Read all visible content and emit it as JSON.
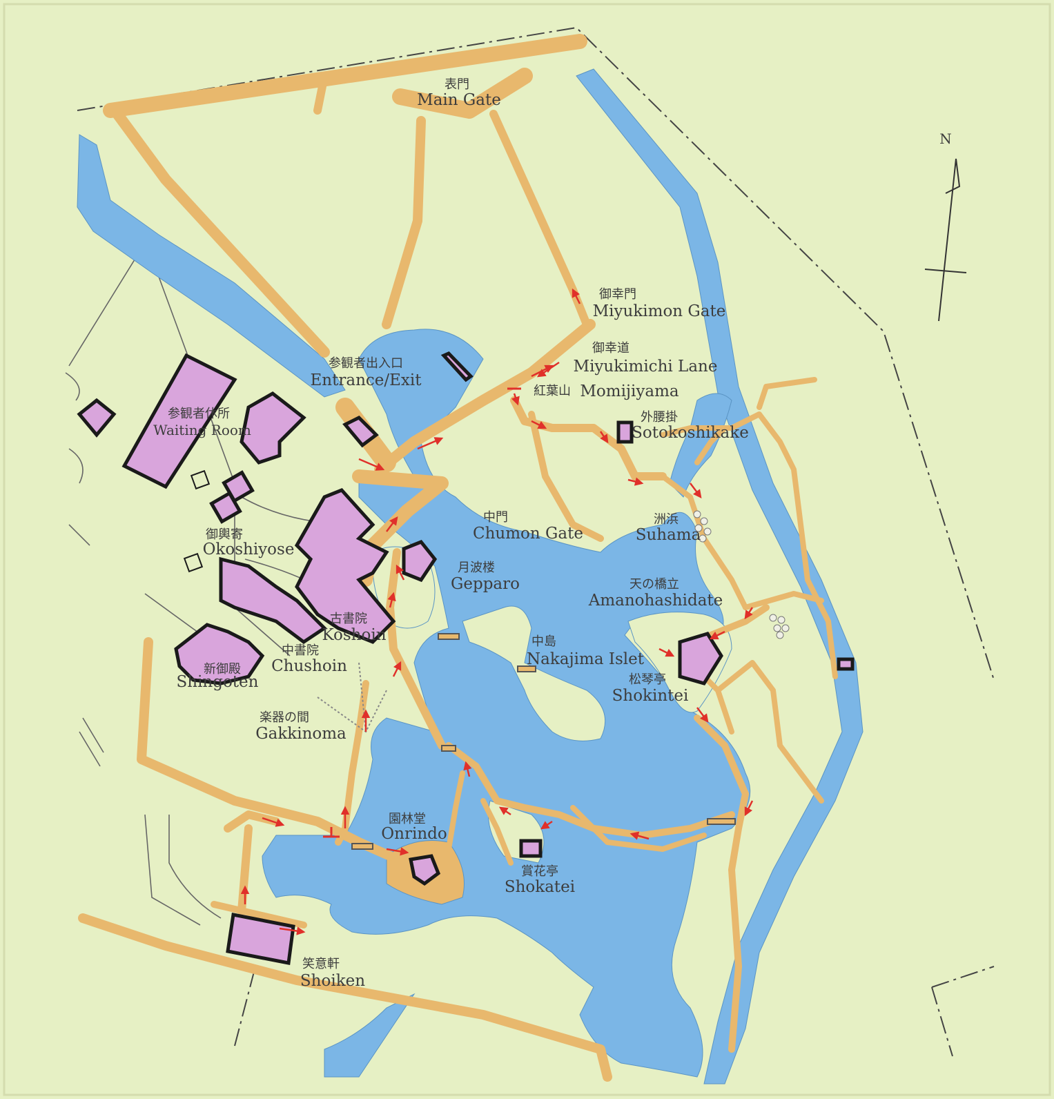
{
  "map": {
    "colors": {
      "background": "#e6f0c4",
      "water": "#7bb6e6",
      "path": "#e8b86d",
      "building": "#d9a5dc",
      "building_outline": "#1a1a1a",
      "route_arrow": "#e0302a",
      "text": "#3d3d3d"
    },
    "compass": {
      "label": "N"
    },
    "places": [
      {
        "id": "main-gate",
        "jp": "表門",
        "en": "Main Gate"
      },
      {
        "id": "miyukimon-gate",
        "jp": "御幸門",
        "en": "Miyukimon Gate"
      },
      {
        "id": "miyukimichi-lane",
        "jp": "御幸道",
        "en": "Miyukimichi Lane"
      },
      {
        "id": "momijiyama",
        "jp": "紅葉山",
        "en": "Momijiyama"
      },
      {
        "id": "entrance-exit",
        "jp": "参観者出入口",
        "en": "Entrance/Exit"
      },
      {
        "id": "waiting-room",
        "jp": "参観者休所",
        "en": "Waiting Room"
      },
      {
        "id": "sotokoshikake",
        "jp": "外腰掛",
        "en": "Sotokoshikake"
      },
      {
        "id": "chumon-gate",
        "jp": "中門",
        "en": "Chumon Gate"
      },
      {
        "id": "suhama",
        "jp": "洲浜",
        "en": "Suhama"
      },
      {
        "id": "okoshiyose",
        "jp": "御輿寄",
        "en": "Okoshiyose"
      },
      {
        "id": "geppparo",
        "jp": "月波楼",
        "en": "Gepparo"
      },
      {
        "id": "amanohashidate",
        "jp": "天の橋立",
        "en": "Amanohashidate"
      },
      {
        "id": "koshoin",
        "jp": "古書院",
        "en": "Koshoin"
      },
      {
        "id": "nakajima-islet",
        "jp": "中島",
        "en": "Nakajima Islet"
      },
      {
        "id": "chushoin",
        "jp": "中書院",
        "en": "Chushoin"
      },
      {
        "id": "shingoten",
        "jp": "新御殿",
        "en": "Shingoten"
      },
      {
        "id": "shokintei",
        "jp": "松琴亭",
        "en": "Shokintei"
      },
      {
        "id": "gakkinoma",
        "jp": "楽器の間",
        "en": "Gakkinoma"
      },
      {
        "id": "onrindo",
        "jp": "園林堂",
        "en": "Onrindo"
      },
      {
        "id": "shokatei",
        "jp": "賞花亭",
        "en": "Shokatei"
      },
      {
        "id": "shoiken",
        "jp": "笑意軒",
        "en": "Shoiken"
      }
    ]
  }
}
